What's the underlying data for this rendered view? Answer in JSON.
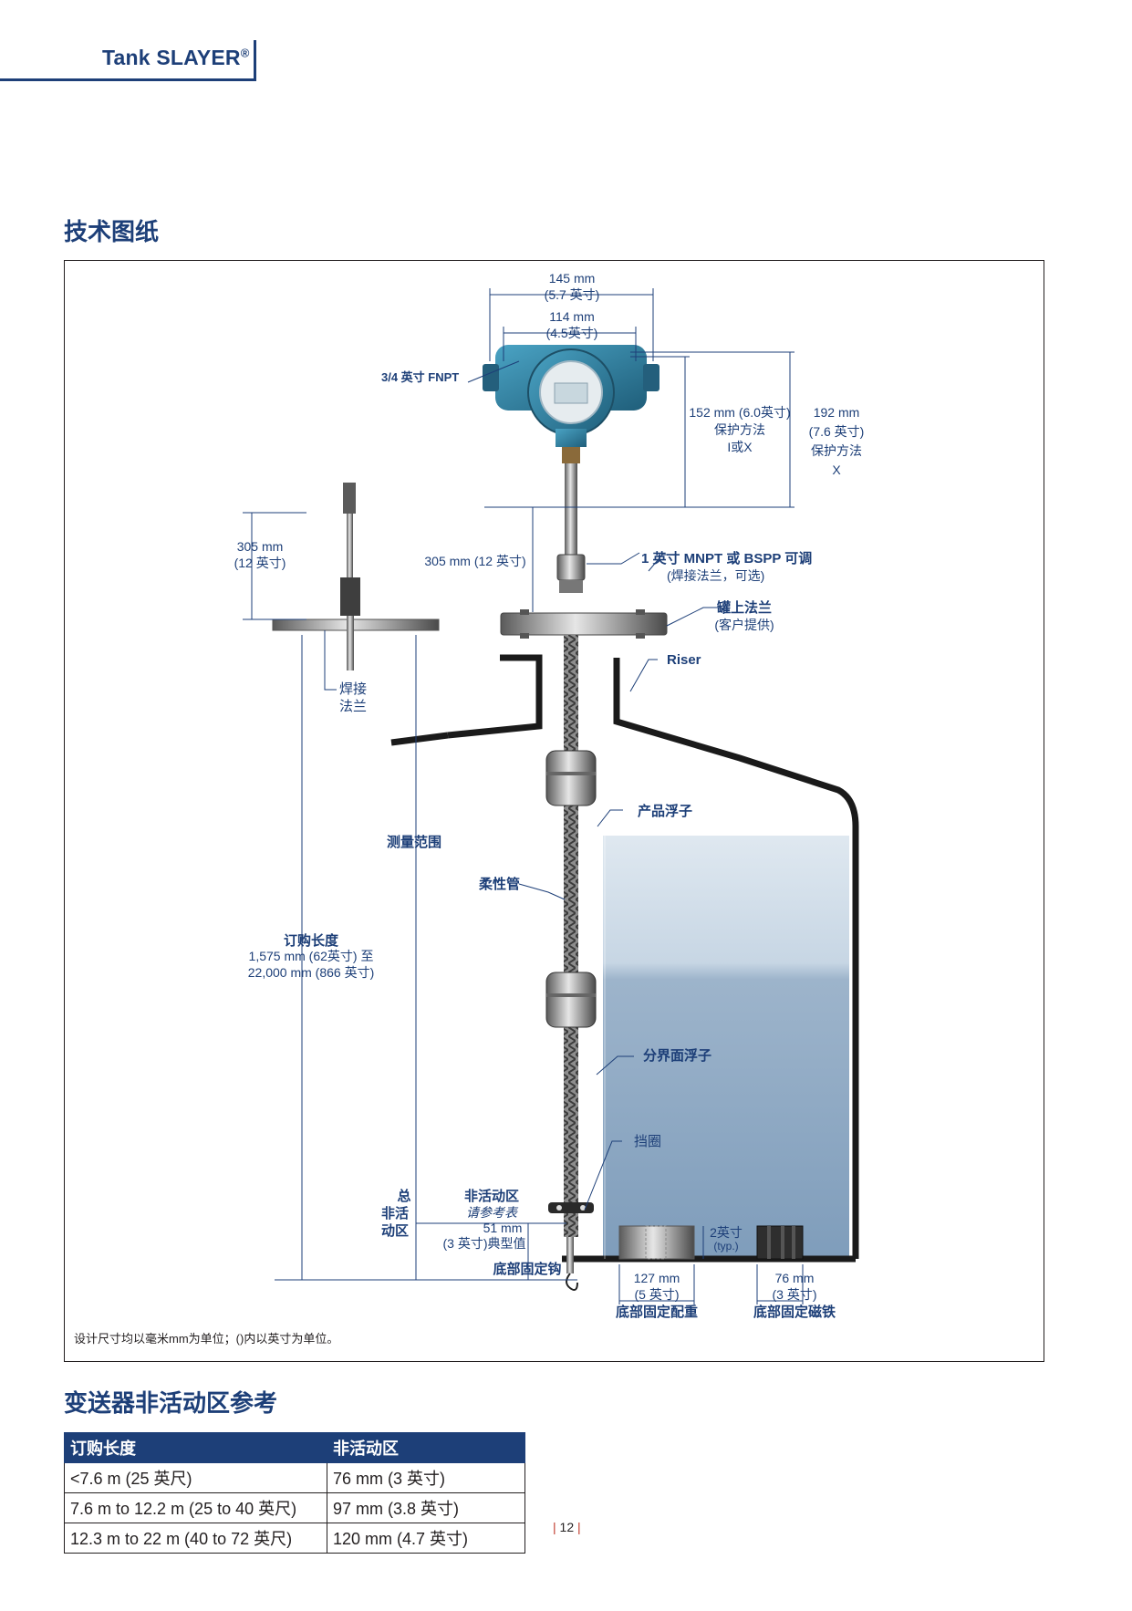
{
  "header": {
    "title": "Tank SLAYER",
    "reg": "®"
  },
  "drawing_section": {
    "title": "技术图纸"
  },
  "drawing": {
    "dim_145": "145 mm",
    "dim_145_in": "(5.7 英寸)",
    "dim_114": "114 mm",
    "dim_114_in": "(4.5英寸)",
    "fnpt": "3/4 英寸 FNPT",
    "dim_152_l1": "152 mm (6.0英寸)",
    "dim_152_l2": "保护方法",
    "dim_152_l3": "I或X",
    "dim_192_l1": "192 mm",
    "dim_192_l2": "(7.6 英寸)",
    "dim_192_l3": "保护方法",
    "dim_192_l4": "X",
    "weld_305_l1": "305 mm",
    "weld_305_l2": "(12 英寸)",
    "main_305": "305 mm (12 英寸)",
    "mnpt_l1": "1 英寸 MNPT 或 BSPP 可调",
    "mnpt_l2": "(焊接法兰，可选)",
    "tank_flange_l1": "罐上法兰",
    "tank_flange_l2": "(客户提供)",
    "riser": "Riser",
    "weld_flange_l1": "焊接",
    "weld_flange_l2": "法兰",
    "measure_range": "测量范围",
    "product_float": "产品浮子",
    "flex_tube": "柔性管",
    "order_len_l1": "订购长度",
    "order_len_l2": "1,575 mm (62英寸) 至",
    "order_len_l3": "22,000 mm (866 英寸)",
    "interface_float": "分界面浮子",
    "stop_collar": "挡圈",
    "total_dead_l1": "总",
    "total_dead_l2": "非活",
    "total_dead_l3": "动区",
    "dead_zone_l1": "非活动区",
    "dead_zone_l2": "请参考表",
    "dead_zone_l3": "51 mm",
    "dead_zone_l4": "(3 英寸)典型值",
    "bottom_hook": "底部固定钩",
    "weight_h_l1": "2英寸",
    "weight_h_l2": "(typ.)",
    "weight_w_l1": "127 mm",
    "weight_w_l2": "(5 英寸)",
    "weight_w_l3": "底部固定配重",
    "magnet_l1": "76 mm",
    "magnet_l2": "(3 英寸)",
    "magnet_l3": "底部固定磁铁",
    "footnote": "设计尺寸均以毫米mm为单位；()内以英寸为单位。"
  },
  "table_section": {
    "title": "变送器非活动区参考"
  },
  "table": {
    "headers": [
      "订购长度",
      "非活动区"
    ],
    "rows": [
      [
        "<7.6 m (25 英尺)",
        "76 mm (3 英寸)"
      ],
      [
        "7.6 m to 12.2 m (25 to 40 英尺)",
        "97 mm (3.8 英寸)"
      ],
      [
        "12.3 m to 22 m (40 to 72 英尺)",
        "120 mm (4.7 英寸)"
      ]
    ]
  },
  "page_number": "12",
  "colors": {
    "brand": "#1d3f78",
    "housing": "#2f7f9f",
    "liquid_top": "#c9d8e6",
    "liquid_bottom": "#8aa6c2"
  }
}
